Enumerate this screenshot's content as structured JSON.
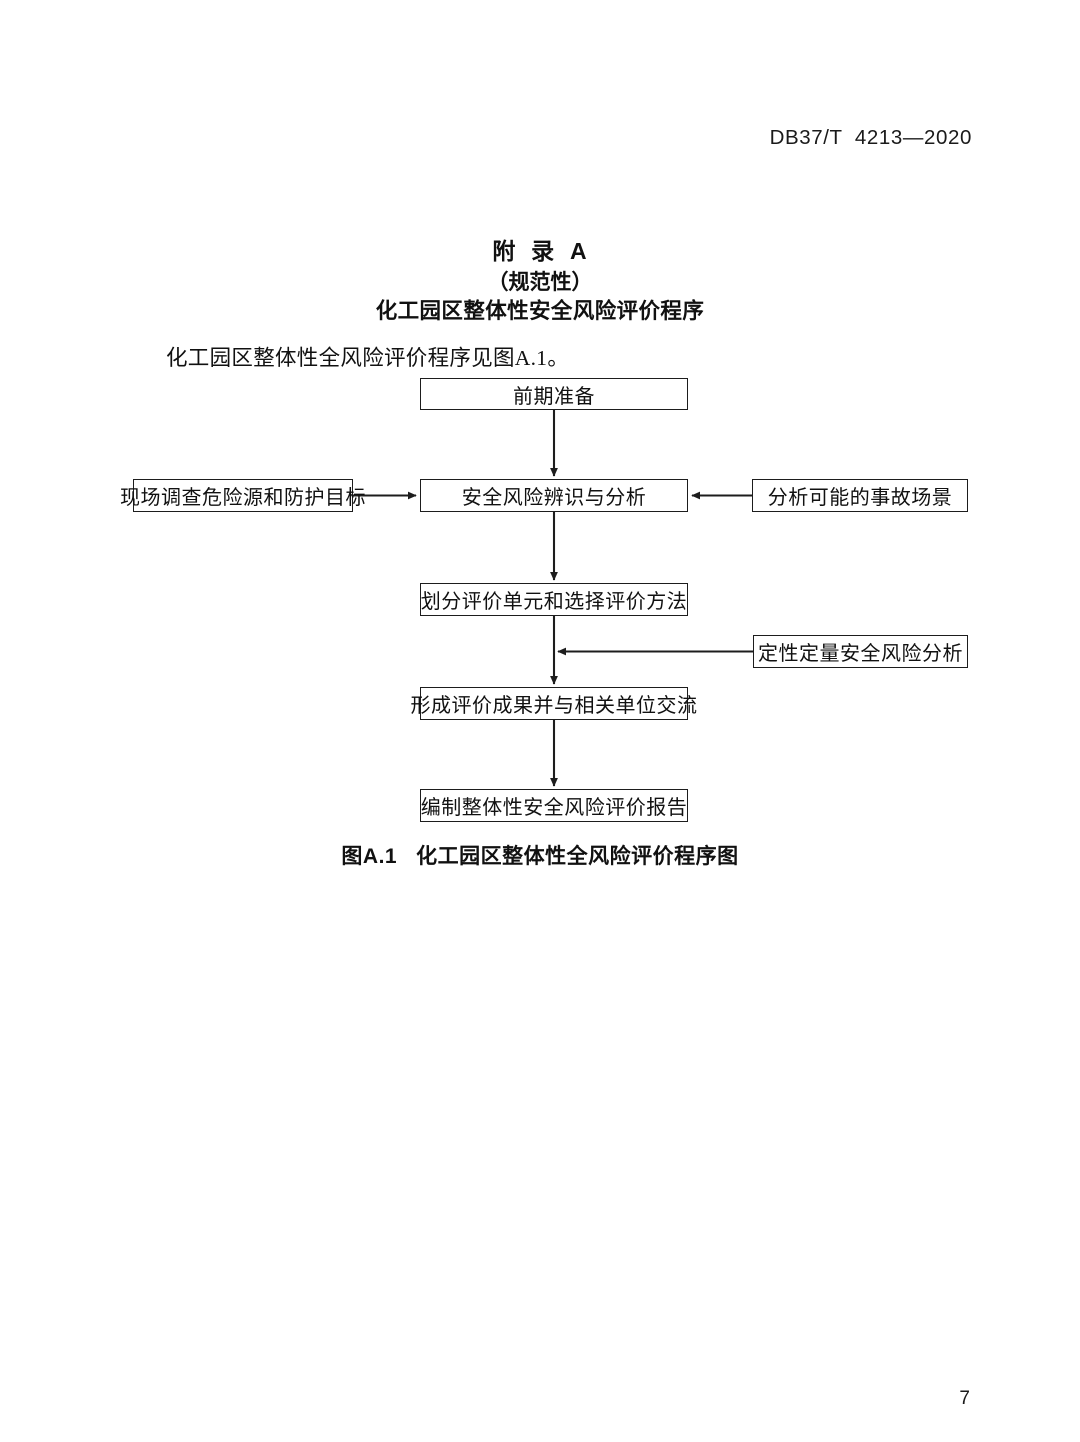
{
  "document": {
    "header_code": "DB37/T  4213—2020",
    "page_number": "7",
    "annex": {
      "title": "附  录  A",
      "subtitle": "（规范性）",
      "name": "化工园区整体性安全风险评价程序"
    },
    "intro_text": "化工园区整体性全风险评价程序见图A.1。",
    "figure_caption": "图A.1   化工园区整体性全风险评价程序图"
  },
  "chart_data": {
    "type": "diagram",
    "title": "化工园区整体性全风险评价程序图",
    "nodes": [
      {
        "id": "prep",
        "label": "前期准备"
      },
      {
        "id": "survey",
        "label": "现场调查危险源和防护目标"
      },
      {
        "id": "ident",
        "label": "安全风险辨识与分析"
      },
      {
        "id": "scenario",
        "label": "分析可能的事故场景"
      },
      {
        "id": "unit",
        "label": "划分评价单元和选择评价方法"
      },
      {
        "id": "quant",
        "label": "定性定量安全风险分析"
      },
      {
        "id": "result",
        "label": "形成评价成果并与相关单位交流"
      },
      {
        "id": "report",
        "label": "编制整体性安全风险评价报告"
      }
    ],
    "edges": [
      {
        "from": "prep",
        "to": "ident",
        "direction": "down"
      },
      {
        "from": "survey",
        "to": "ident",
        "direction": "right"
      },
      {
        "from": "scenario",
        "to": "ident",
        "direction": "left"
      },
      {
        "from": "ident",
        "to": "unit",
        "direction": "down"
      },
      {
        "from": "unit",
        "to": "result",
        "direction": "down"
      },
      {
        "from": "quant",
        "to": "unit-result-link",
        "direction": "left"
      },
      {
        "from": "result",
        "to": "report",
        "direction": "down"
      }
    ],
    "line_color": "#1d1d1d",
    "box_fill": "#ffffff"
  }
}
